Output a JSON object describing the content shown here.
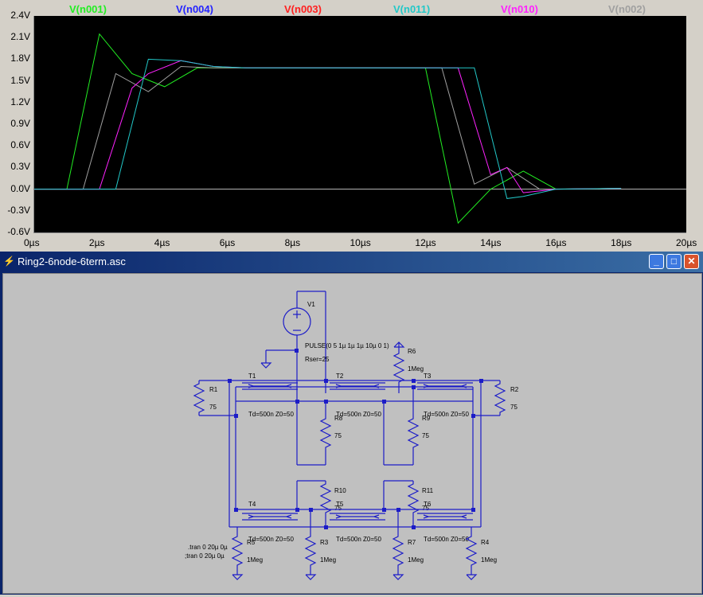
{
  "plot": {
    "traces": [
      {
        "name": "V(n001)",
        "color": "#22ee22"
      },
      {
        "name": "V(n004)",
        "color": "#2424ff"
      },
      {
        "name": "V(n003)",
        "color": "#ff2020"
      },
      {
        "name": "V(n011)",
        "color": "#22c8c8"
      },
      {
        "name": "V(n010)",
        "color": "#ff22ff"
      },
      {
        "name": "V(n002)",
        "color": "#a0a0a0"
      }
    ],
    "y_ticks": [
      "2.4V",
      "2.1V",
      "1.8V",
      "1.5V",
      "1.2V",
      "0.9V",
      "0.6V",
      "0.3V",
      "0.0V",
      "-0.3V",
      "-0.6V"
    ],
    "x_ticks": [
      "0µs",
      "2µs",
      "4µs",
      "6µs",
      "8µs",
      "10µs",
      "12µs",
      "14µs",
      "16µs",
      "18µs",
      "20µs"
    ]
  },
  "chart_data": {
    "type": "line",
    "xlabel": "",
    "ylabel": "",
    "xlim": [
      0,
      20
    ],
    "ylim": [
      -0.6,
      2.4
    ],
    "grid": false,
    "legend": "top",
    "series": [
      {
        "name": "V(n001)",
        "x": [
          0,
          1,
          2,
          3,
          4,
          5,
          6,
          12,
          13,
          14,
          15,
          16,
          18
        ],
        "y": [
          0,
          0,
          2.15,
          1.6,
          1.42,
          1.68,
          1.68,
          1.68,
          -0.47,
          0,
          0.25,
          0,
          0.01
        ]
      },
      {
        "name": "V(n002)",
        "x": [
          0,
          1.5,
          2.5,
          3.5,
          4.5,
          5.5,
          6,
          12,
          12.5,
          13.5,
          14.5,
          15.5,
          18
        ],
        "y": [
          0,
          0,
          1.6,
          1.35,
          1.7,
          1.68,
          1.68,
          1.68,
          1.68,
          0.07,
          0.3,
          0,
          0.01
        ]
      },
      {
        "name": "V(n010)",
        "x": [
          0,
          2,
          3,
          3.5,
          4.5,
          5.5,
          6.5,
          12,
          13,
          14,
          14.5,
          15,
          16,
          18
        ],
        "y": [
          0,
          0,
          1.4,
          1.6,
          1.78,
          1.7,
          1.68,
          1.68,
          1.68,
          0.2,
          0.3,
          -0.05,
          0,
          0.01
        ]
      },
      {
        "name": "V(n011)",
        "x": [
          0,
          2.5,
          3.5,
          4.5,
          5.5,
          6.5,
          12,
          13.5,
          14.5,
          15,
          16,
          18
        ],
        "y": [
          0,
          0,
          1.8,
          1.78,
          1.7,
          1.68,
          1.68,
          1.68,
          -0.13,
          -0.1,
          0,
          0.01
        ]
      }
    ]
  },
  "window": {
    "title": "Ring2-6node-6term.asc",
    "minimize": "_",
    "maximize": "□",
    "close": "✕"
  },
  "schematic": {
    "v1": "V1",
    "pulse": "PULSE(0 5 1µ 1µ 1µ 10µ 0 1)",
    "rser": "Rser=25",
    "r1": "R1",
    "r1v": "75",
    "r2": "R2",
    "r2v": "75",
    "r6": "R6",
    "r6v": "1Meg",
    "r8": "R8",
    "r8v": "75",
    "r9": "R9",
    "r9v": "75",
    "r10": "R10",
    "r10v": "75",
    "r11": "R11",
    "r11v": "75",
    "r5": "R5",
    "r5v": "1Meg",
    "r3": "R3",
    "r3v": "1Meg",
    "r7": "R7",
    "r7v": "1Meg",
    "r4": "R4",
    "r4v": "1Meg",
    "t1": "T1",
    "t2": "T2",
    "t3": "T3",
    "t4": "T4",
    "t5": "T5",
    "t6": "T6",
    "tparam": "Td=500n Z0=50",
    "tran1": ".tran 0 20µ 0µ",
    "tran2": ";tran 0 20µ 0µ"
  }
}
